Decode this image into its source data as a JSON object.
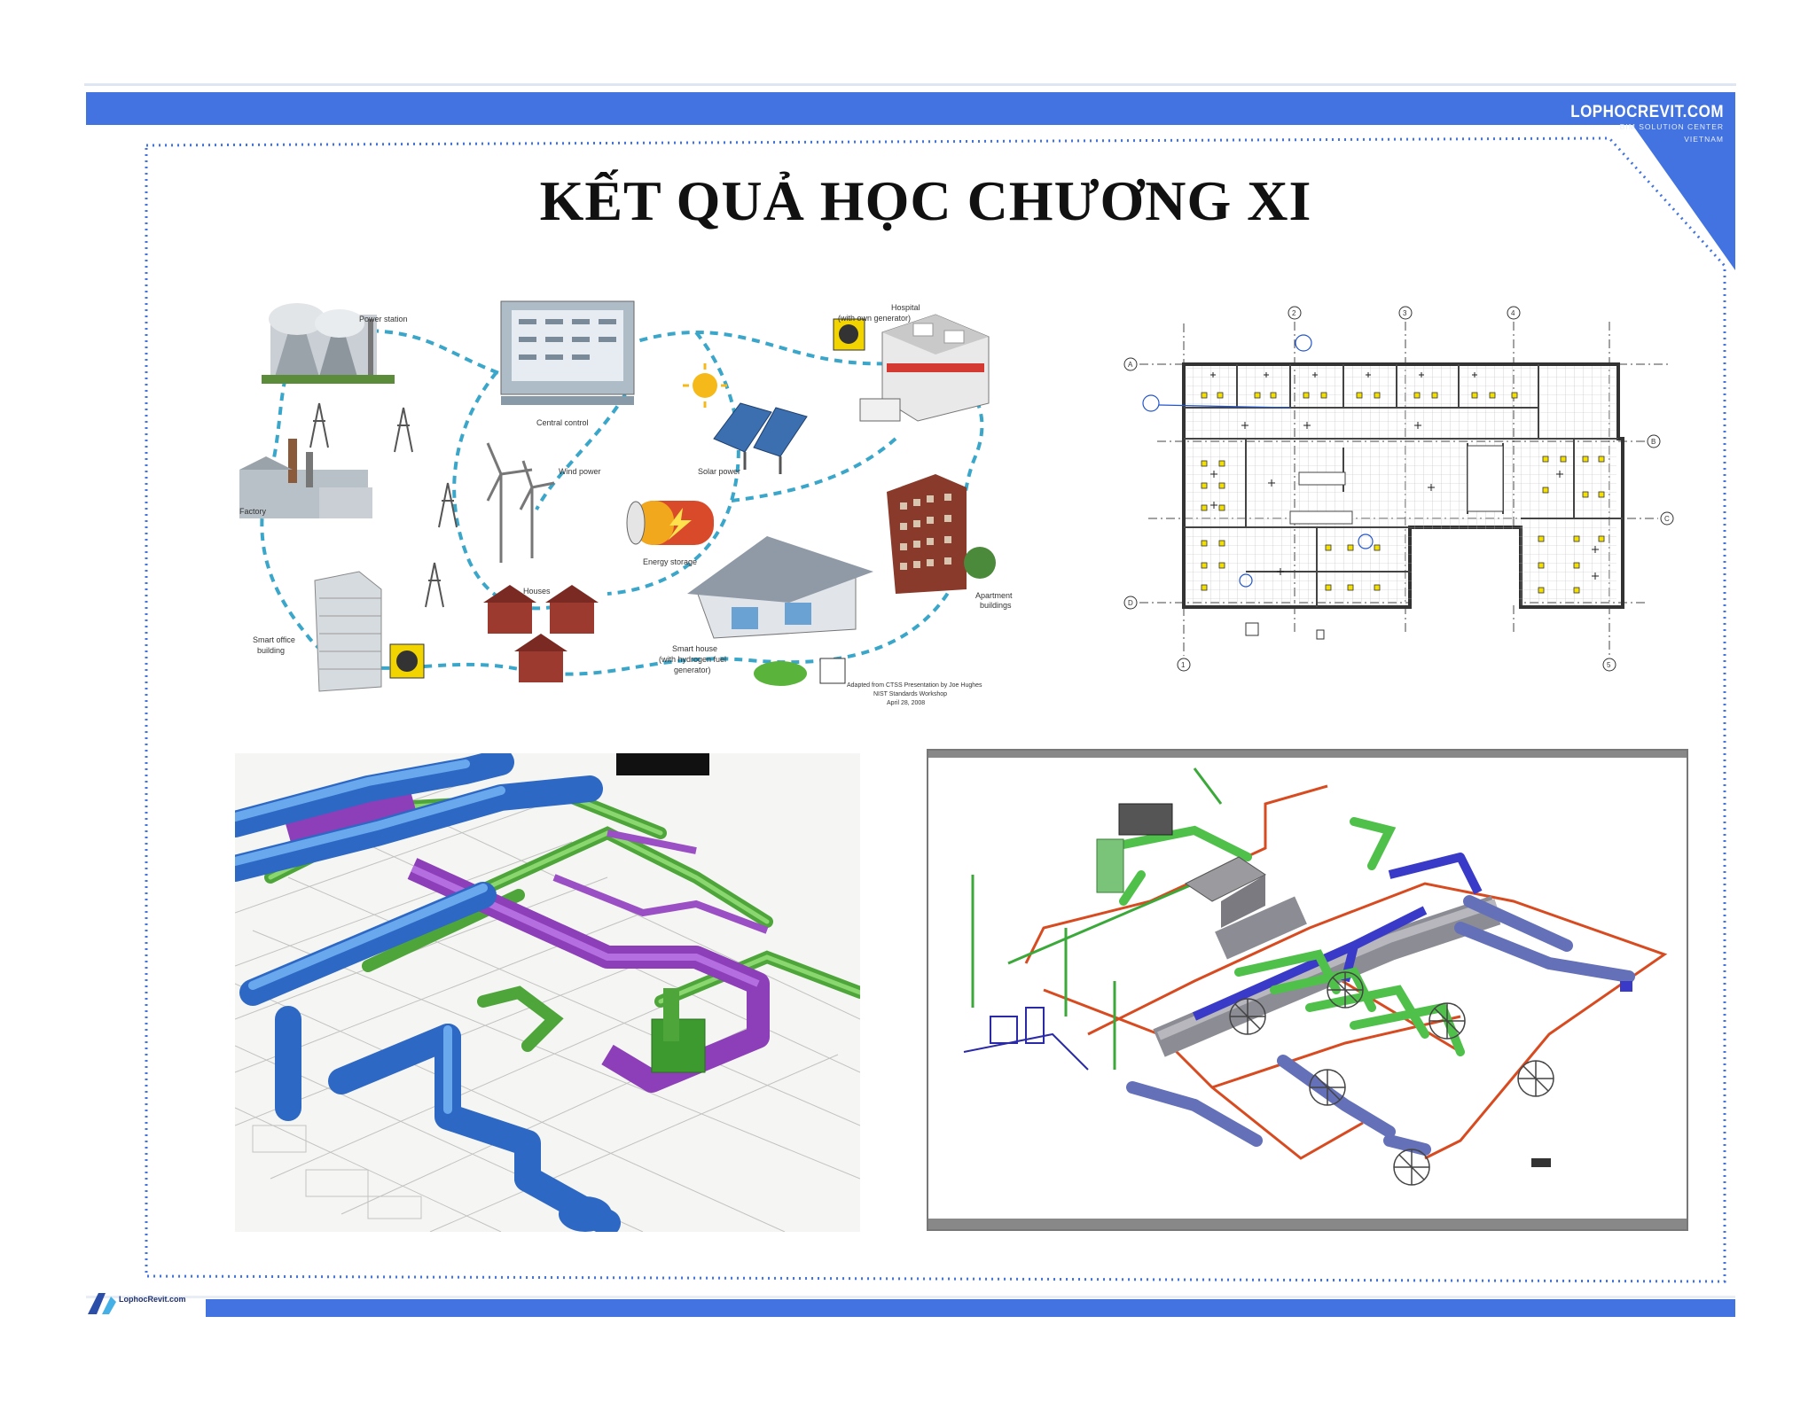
{
  "slide": {
    "title": "KẾT QUẢ HỌC CHƯƠNG XI"
  },
  "brand": {
    "name": "LOPHOCREVIT.COM",
    "subtitle_line1": "BIM SOLUTION CENTER",
    "subtitle_line2": "VIETNAM"
  },
  "footer": {
    "logo_text": "LophocRevit.com"
  },
  "colors": {
    "accent_blue": "#4273e0",
    "duct_blue": "#3b7bd6",
    "duct_purple": "#9b4fc4",
    "duct_green": "#5fc04a",
    "pipe_red": "#d84a1f"
  },
  "images": {
    "smart_grid": {
      "labels": {
        "power_station": "Power station",
        "central_control": "Central control",
        "hospital": "Hospital",
        "hospital_note": "(with own generator)",
        "factory": "Factory",
        "wind_power": "Wind power",
        "solar_power": "Solar power",
        "energy_storage": "Energy storage",
        "apartment": "Apartment",
        "apartment_line2": "buildings",
        "smart_office": "Smart office",
        "smart_office_line2": "building",
        "houses": "Houses",
        "smart_house": "Smart house",
        "smart_house_note": "(with hydrogen fuel",
        "smart_house_note2": "generator)",
        "credit": "Adapted from CTSS Presentation by Joe Hughes",
        "credit2": "NIST Standards Workshop",
        "credit3": "April 28, 2008"
      }
    },
    "floor_plan": {
      "grid_letters": [
        "A",
        "B",
        "C",
        "D"
      ],
      "grid_numbers": [
        "1",
        "2",
        "3",
        "4",
        "5"
      ]
    }
  }
}
